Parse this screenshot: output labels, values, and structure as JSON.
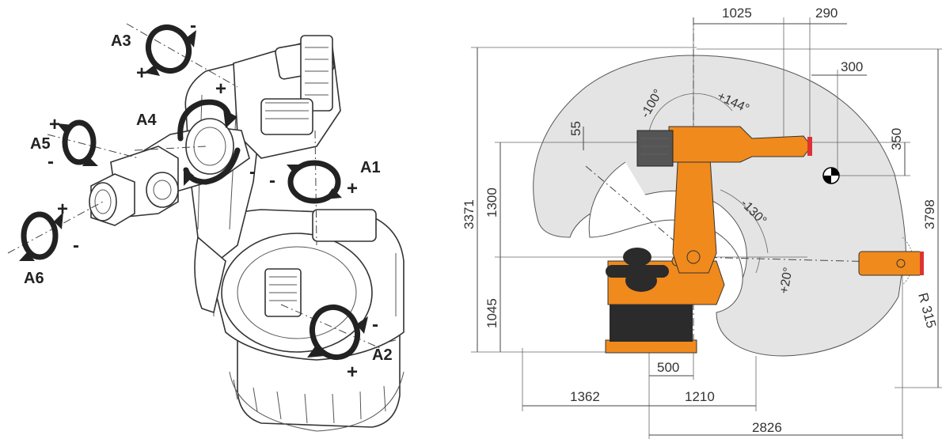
{
  "left_diagram": {
    "axes": [
      {
        "id": "A1",
        "label": "A1",
        "plus": "+",
        "minus": "-"
      },
      {
        "id": "A2",
        "label": "A2",
        "plus": "+",
        "minus": "-"
      },
      {
        "id": "A3",
        "label": "A3",
        "plus": "+",
        "minus": "-"
      },
      {
        "id": "A4",
        "label": "A4",
        "plus": "+",
        "minus": "-"
      },
      {
        "id": "A5",
        "label": "A5",
        "plus": "+",
        "minus": "-"
      },
      {
        "id": "A6",
        "label": "A6",
        "plus": "+",
        "minus": "-"
      }
    ]
  },
  "right_diagram": {
    "dimensions": {
      "d1025": "1025",
      "d290": "290",
      "d300": "300",
      "d350": "350",
      "d55": "55",
      "d3371": "3371",
      "d1300": "1300",
      "d1045": "1045",
      "d3798": "3798",
      "d500": "500",
      "d1362": "1362",
      "d1210": "1210",
      "d2826": "2826",
      "r315": "R 315"
    },
    "angles": {
      "a_minus100": "-100°",
      "a_plus144": "+144°",
      "a_minus130": "-130°",
      "a_plus20": "+20°"
    },
    "colors": {
      "robot_orange": "#f08a1c",
      "robot_dark": "#2b2b2b",
      "workspace_fill": "#e4e4e4",
      "tcp_marker": "#000000"
    }
  }
}
